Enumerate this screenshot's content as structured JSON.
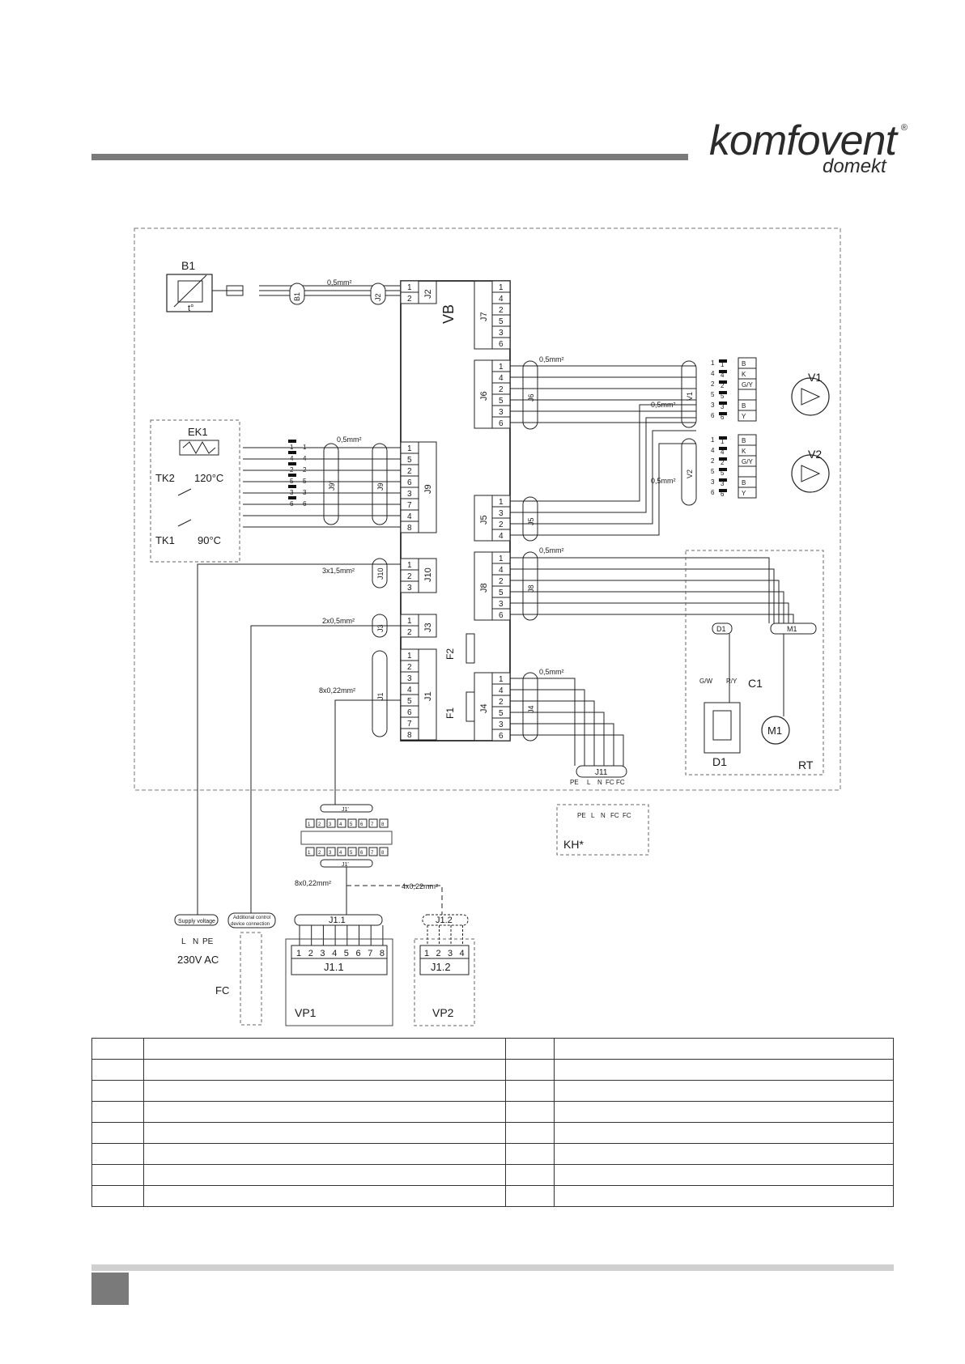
{
  "brand": {
    "name": "komfovent",
    "registered": "®",
    "sub": "domekt"
  },
  "labels": {
    "b1": "B1",
    "t": "t°",
    "vb": "VB",
    "ek1": "EK1",
    "tk2": "TK2",
    "tk1": "TK1",
    "t120": "120°C",
    "t90": "90°C",
    "v1": "V1",
    "v2": "V2",
    "d1": "D1",
    "m1": "M1",
    "c1": "C1",
    "rt": "RT",
    "kh": "KH*",
    "j11": "J11",
    "f1": "F1",
    "f2": "F2",
    "j1": "J1",
    "j2": "J2",
    "j3": "J3",
    "j4": "J4",
    "j5": "J5",
    "j6": "J6",
    "j7": "J7",
    "j8": "J8",
    "j9": "J9",
    "j9p": "J9'",
    "j10": "J10",
    "j1p": "J1'",
    "j11conn": "J1.1",
    "j12conn": "J1.2",
    "vp1": "VP1",
    "vp2": "VP2",
    "fc": "FC",
    "supply": "Supply voltage",
    "additional1": "Additional control",
    "additional2": "device connection",
    "l": "L",
    "n": "N",
    "pe": "PE",
    "fcpin": "FC",
    "voltage": "230V AC",
    "gw": "G/W",
    "ry": "R/Y",
    "B": "B",
    "K": "K",
    "GY": "G/Y",
    "Y": "Y"
  },
  "cables": {
    "c05": "0,5mm²",
    "c3x15": "3x1,5mm²",
    "c2x05": "2x0,5mm²",
    "c8x022": "8x0,22mm²",
    "c4x022": "4x0,22mm²"
  },
  "blocks": {
    "j2": [
      "1",
      "2"
    ],
    "j7": [
      "1",
      "4",
      "2",
      "5",
      "3",
      "6"
    ],
    "j6": [
      "1",
      "4",
      "2",
      "5",
      "3",
      "6"
    ],
    "j9": [
      "1",
      "5",
      "2",
      "6",
      "3",
      "7",
      "4",
      "8"
    ],
    "j5": [
      "1",
      "3",
      "2",
      "4"
    ],
    "j10": [
      "1",
      "2",
      "3"
    ],
    "j8": [
      "1",
      "4",
      "2",
      "5",
      "3",
      "6"
    ],
    "j3": [
      "1",
      "2"
    ],
    "j1": [
      "1",
      "2",
      "3",
      "4",
      "5",
      "6",
      "7",
      "8"
    ],
    "j4": [
      "1",
      "4",
      "2",
      "5",
      "3",
      "6"
    ],
    "motor": [
      "1",
      "4",
      "2",
      "5",
      "3",
      "6"
    ],
    "terminal8": [
      "1",
      "2",
      "3",
      "4",
      "5",
      "6",
      "7",
      "8"
    ],
    "terminal4": [
      "1",
      "2",
      "3",
      "4"
    ],
    "ek": [
      "1",
      "4",
      "2",
      "5",
      "3",
      "6"
    ]
  },
  "legend_rows": 8
}
